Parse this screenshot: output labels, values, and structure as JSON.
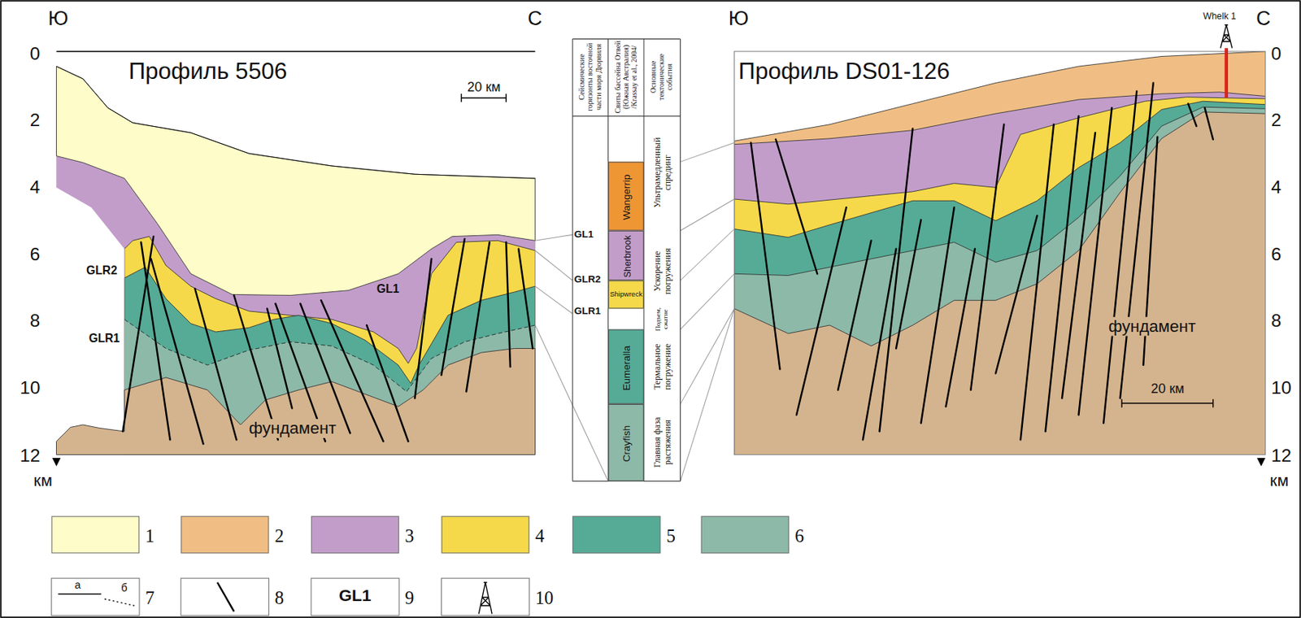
{
  "diagram": {
    "nodes": [
      {
        "text": [
          "Wangerrip"
        ]
      },
      {
        "text": [
          "Sherbrook"
        ]
      },
      {
        "text": [
          "Shipwreck"
        ]
      },
      {
        "text": [
          "Eumeralla"
        ]
      },
      {
        "text": [
          "Crayfish"
        ]
      }
    ],
    "labels": [
      "Ю",
      "С",
      "Профиль 5506",
      "20 км",
      "0",
      "2",
      "4",
      "6",
      "8",
      "10",
      "12",
      "км",
      "GLR2",
      "GLR1",
      "GL1",
      "фундамент",
      "Сейсмические горизонты восточной части моря Дюрвиля",
      "Свиты бассейна Отвей (Южная Австралия) /Krassay et al., 2004/",
      "Основные тектонические события",
      "GL1",
      "GLR2",
      "GLR1",
      "Ультрамедленный спрединг",
      "Ускорение погружения",
      "Подъем, сжатие",
      "Термальное погружение",
      "Главная фаза растяжения",
      "Ю",
      "С",
      "Whelk 1",
      "Профиль DS01-126",
      "0",
      "2",
      "4",
      "6",
      "8",
      "10",
      "12",
      "км",
      "фундамент",
      "20 км",
      "а",
      "б",
      "GL1"
    ],
    "legend": [
      {
        "text": "1",
        "color": "#fefdc9"
      },
      {
        "text": "2",
        "color": "#f0be84"
      },
      {
        "text": "3",
        "color": "#c39dca"
      },
      {
        "text": "4",
        "color": "#f5d94a"
      },
      {
        "text": "5",
        "color": "#55ab96"
      },
      {
        "text": "6",
        "color": "#8db9a8"
      },
      {
        "text": "7"
      },
      {
        "text": "8"
      },
      {
        "text": "9"
      },
      {
        "text": "10"
      }
    ]
  }
}
